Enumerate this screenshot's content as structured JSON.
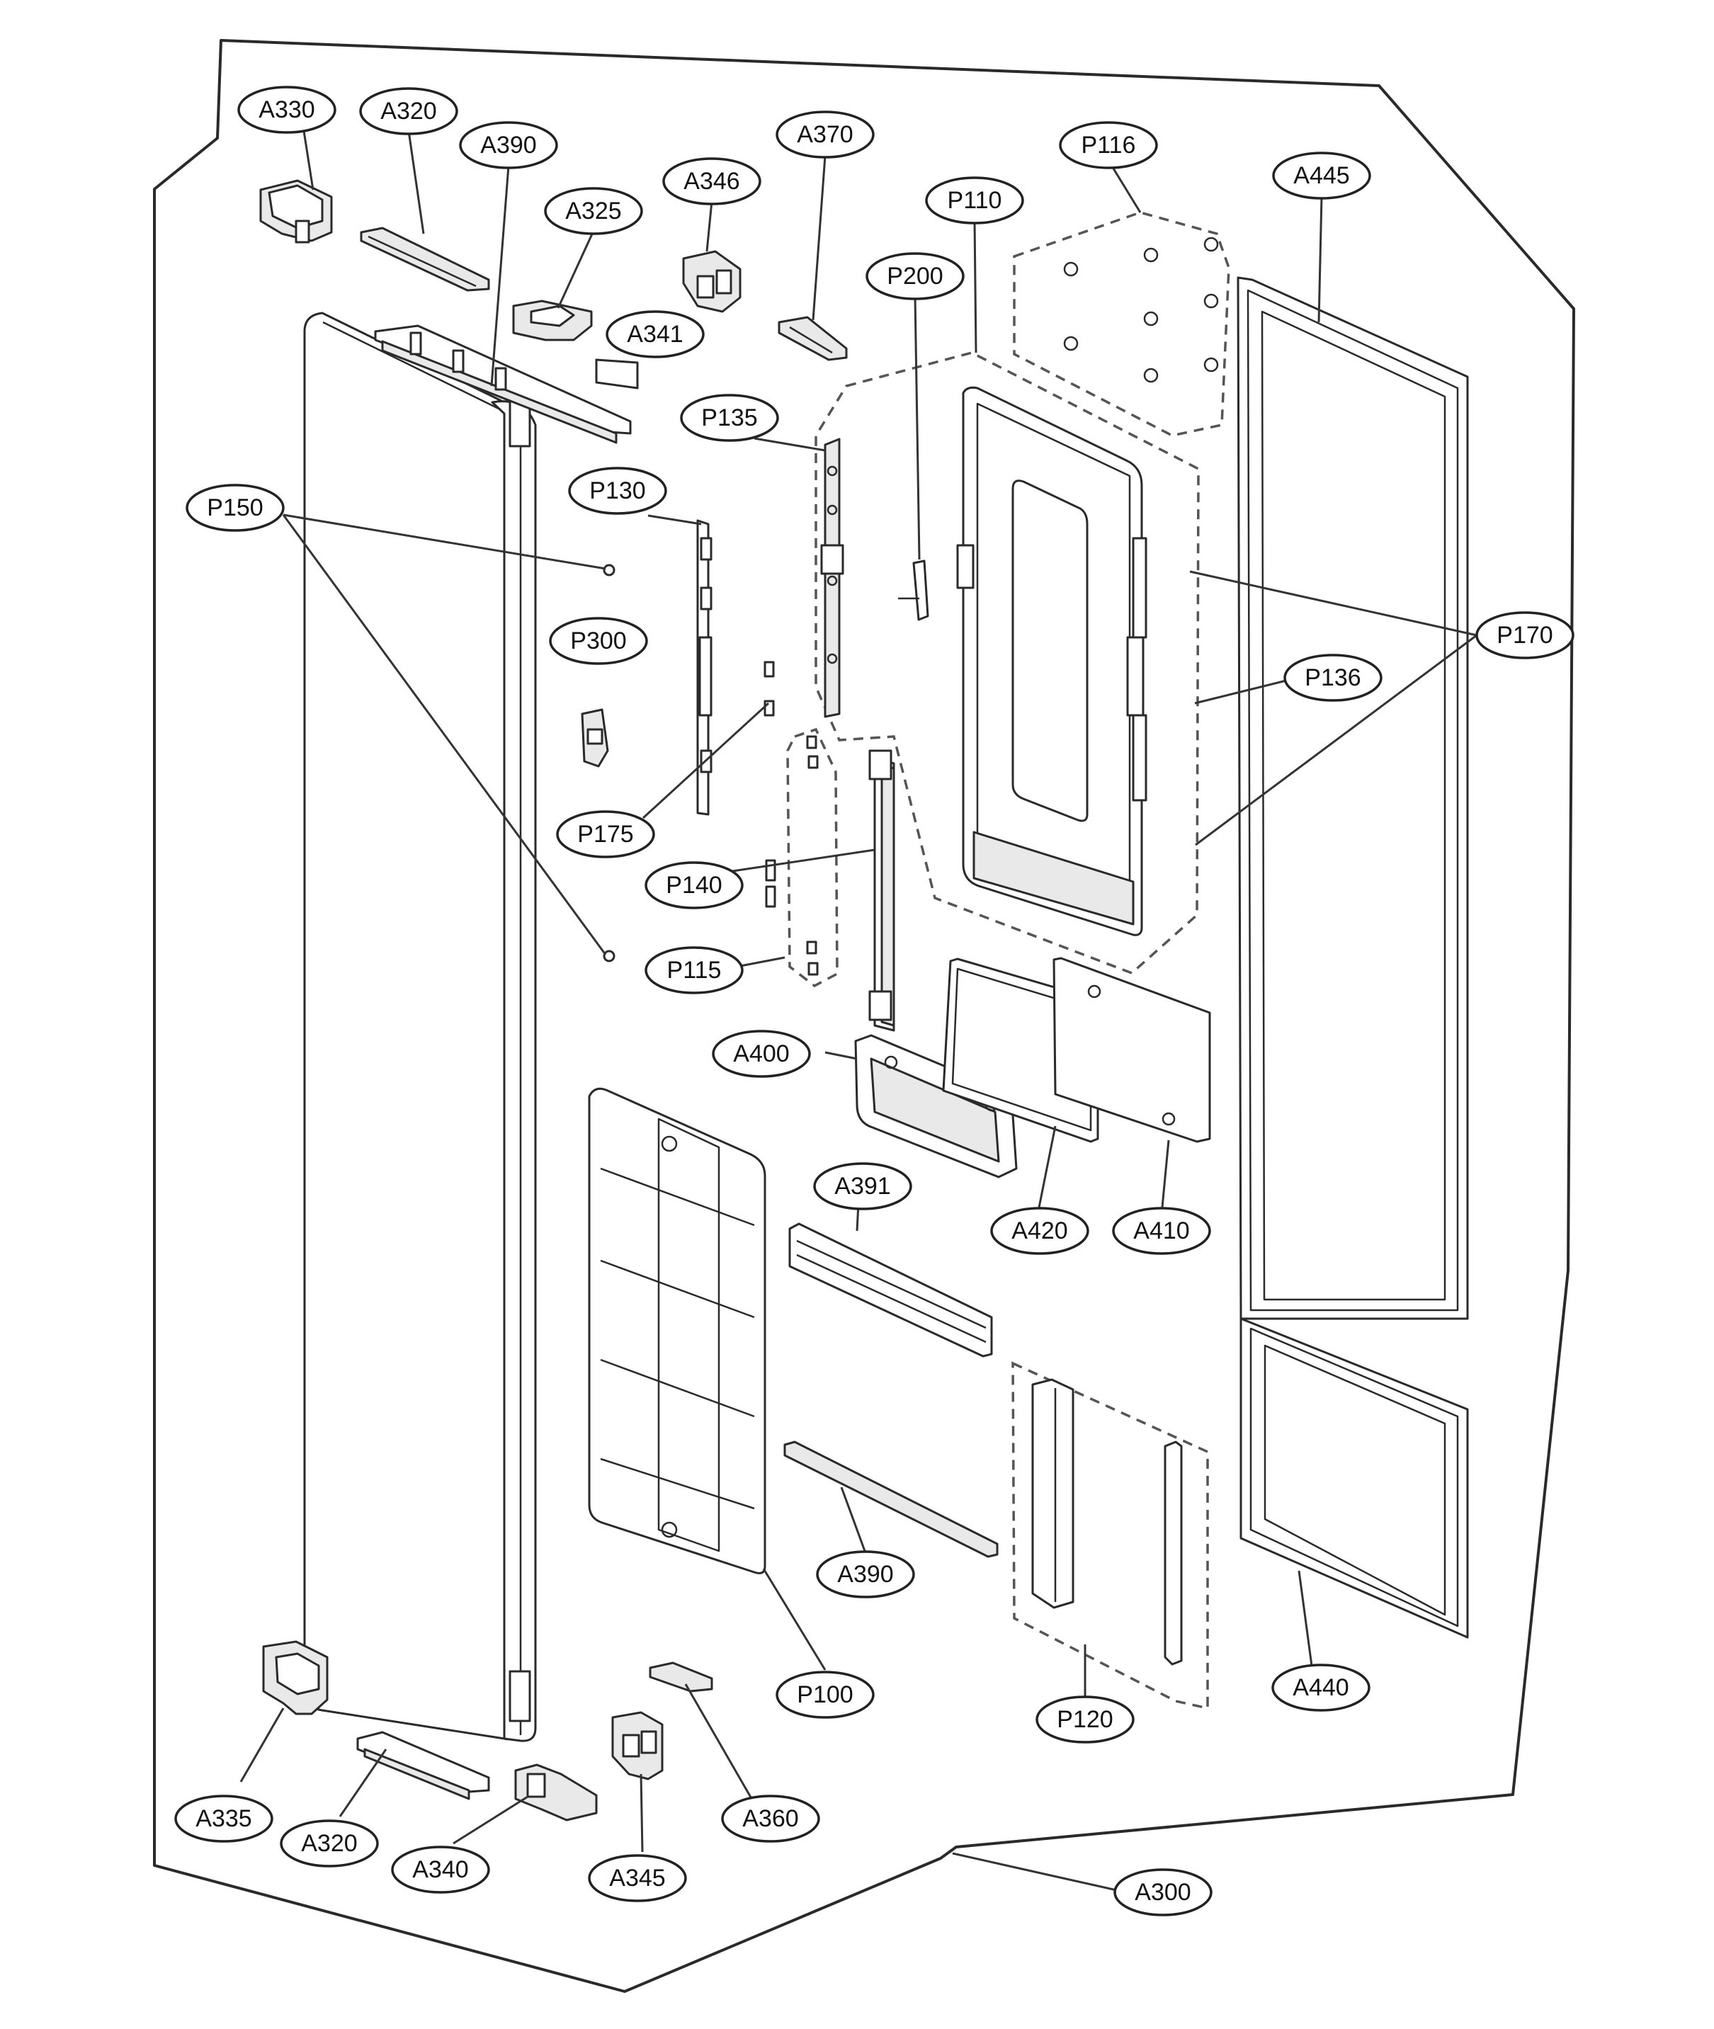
{
  "callouts": [
    {
      "id": "A330",
      "label": "A330"
    },
    {
      "id": "A320a",
      "label": "A320"
    },
    {
      "id": "A390a",
      "label": "A390"
    },
    {
      "id": "A325",
      "label": "A325"
    },
    {
      "id": "A346",
      "label": "A346"
    },
    {
      "id": "A370",
      "label": "A370"
    },
    {
      "id": "P116",
      "label": "P116"
    },
    {
      "id": "A445",
      "label": "A445"
    },
    {
      "id": "P110",
      "label": "P110"
    },
    {
      "id": "P200",
      "label": "P200"
    },
    {
      "id": "A341",
      "label": "A341"
    },
    {
      "id": "P135",
      "label": "P135"
    },
    {
      "id": "P130",
      "label": "P130"
    },
    {
      "id": "P150",
      "label": "P150"
    },
    {
      "id": "P170",
      "label": "P170"
    },
    {
      "id": "P300",
      "label": "P300"
    },
    {
      "id": "P136",
      "label": "P136"
    },
    {
      "id": "P175",
      "label": "P175"
    },
    {
      "id": "P140",
      "label": "P140"
    },
    {
      "id": "P115",
      "label": "P115"
    },
    {
      "id": "A400",
      "label": "A400"
    },
    {
      "id": "A391",
      "label": "A391"
    },
    {
      "id": "A420",
      "label": "A420"
    },
    {
      "id": "A410",
      "label": "A410"
    },
    {
      "id": "A390b",
      "label": "A390"
    },
    {
      "id": "P100",
      "label": "P100"
    },
    {
      "id": "P120",
      "label": "P120"
    },
    {
      "id": "A440",
      "label": "A440"
    },
    {
      "id": "A335",
      "label": "A335"
    },
    {
      "id": "A360",
      "label": "A360"
    },
    {
      "id": "A320b",
      "label": "A320"
    },
    {
      "id": "A340",
      "label": "A340"
    },
    {
      "id": "A345",
      "label": "A345"
    },
    {
      "id": "A300",
      "label": "A300"
    }
  ]
}
